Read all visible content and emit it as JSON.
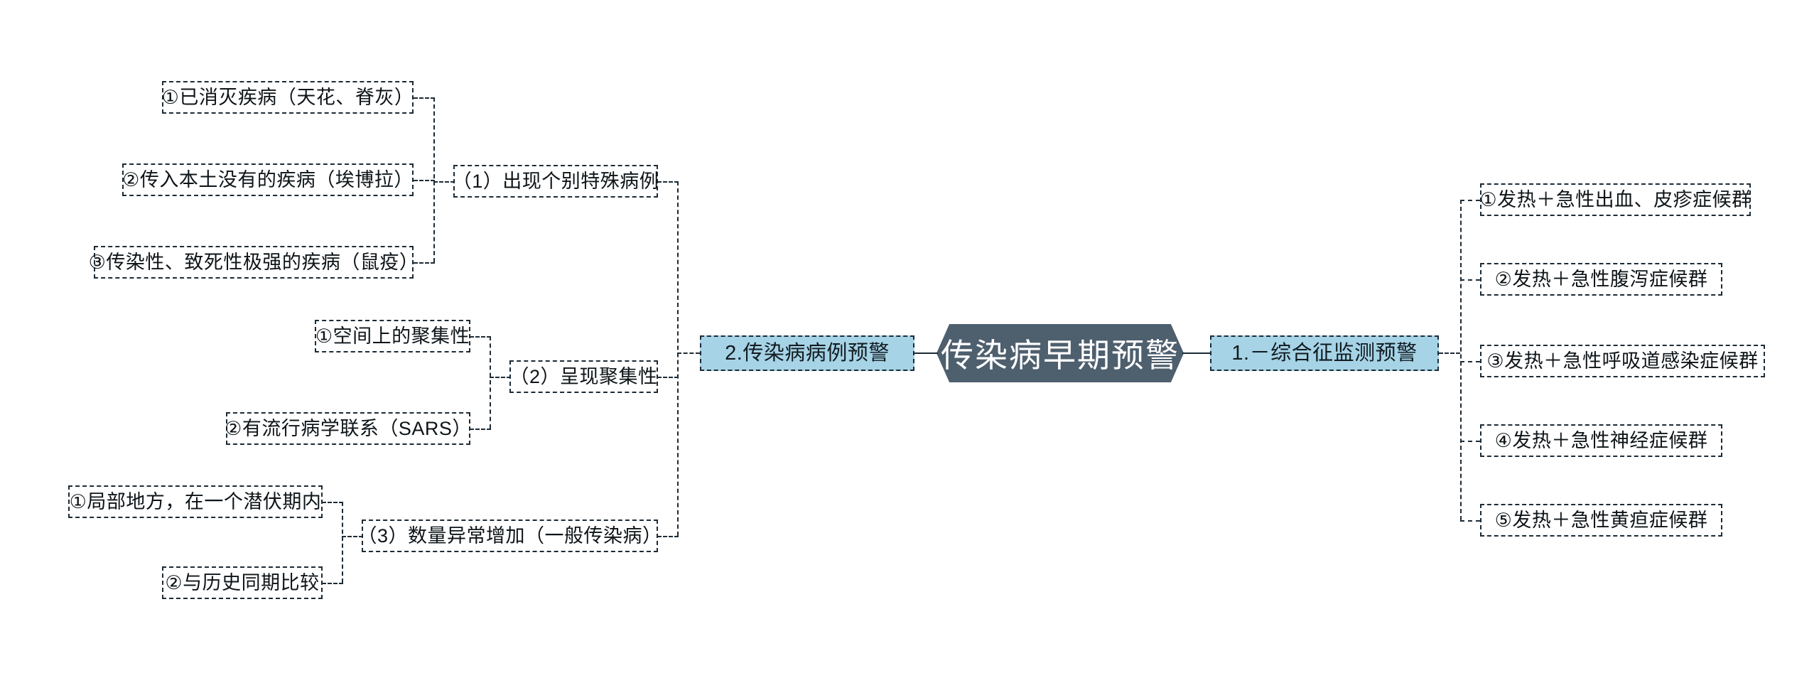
{
  "diagram": {
    "type": "mind-map",
    "root": {
      "label": "传染病早期预警"
    },
    "colors": {
      "root_fill": "#4e5f6e",
      "root_text": "#ffffff",
      "level1_fill": "#a6d3e6",
      "line": "#1c2b36",
      "text": "#0d1418",
      "background": "#ffffff"
    },
    "branches": {
      "right": {
        "label": "1.－综合征监测预警",
        "children": [
          {
            "label": "①发热＋急性出血、皮疹症候群"
          },
          {
            "label": "②发热＋急性腹泻症候群"
          },
          {
            "label": "③发热＋急性呼吸道感染症候群"
          },
          {
            "label": "④发热＋急性神经症候群"
          },
          {
            "label": "⑤发热＋急性黄疸症候群"
          }
        ]
      },
      "left": {
        "label": "2.传染病病例预警",
        "groups": [
          {
            "label": "（1）出现个别特殊病例",
            "children": [
              {
                "label": "①已消灭疾病（天花、脊灰）"
              },
              {
                "label": "②传入本土没有的疾病（埃博拉）"
              },
              {
                "label": "③传染性、致死性极强的疾病（鼠疫）"
              }
            ]
          },
          {
            "label": "（2）呈现聚集性",
            "children": [
              {
                "label": "①空间上的聚集性"
              },
              {
                "label": "②有流行病学联系（SARS）"
              }
            ]
          },
          {
            "label": "（3）数量异常增加（一般传染病）",
            "children": [
              {
                "label": "①局部地方，在一个潜伏期内"
              },
              {
                "label": "②与历史同期比较"
              }
            ]
          }
        ]
      }
    }
  }
}
